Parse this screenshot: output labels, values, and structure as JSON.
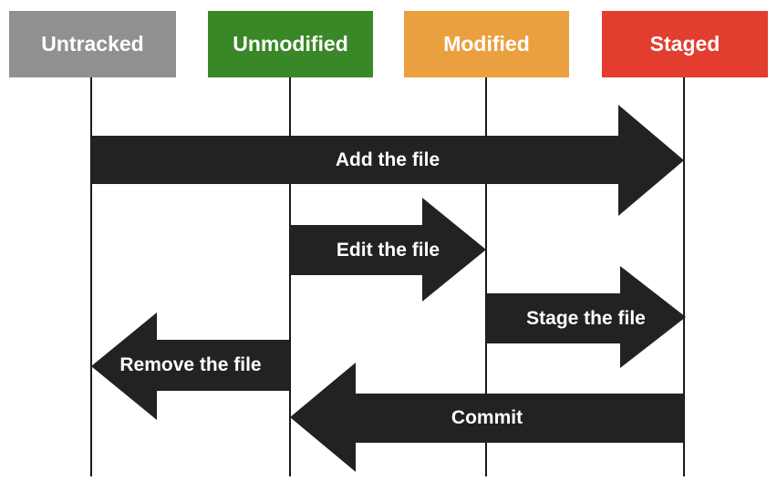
{
  "diagram": {
    "states": [
      {
        "label": "Untracked",
        "color": "#909090"
      },
      {
        "label": "Unmodified",
        "color": "#398727"
      },
      {
        "label": "Modified",
        "color": "#eba03f"
      },
      {
        "label": "Staged",
        "color": "#e23d2e"
      }
    ],
    "transitions": [
      {
        "label": "Add the file",
        "from": "Untracked",
        "to": "Staged",
        "direction": "right"
      },
      {
        "label": "Edit the file",
        "from": "Unmodified",
        "to": "Modified",
        "direction": "right"
      },
      {
        "label": "Stage the file",
        "from": "Modified",
        "to": "Staged",
        "direction": "right"
      },
      {
        "label": "Remove the file",
        "from": "Unmodified",
        "to": "Untracked",
        "direction": "left"
      },
      {
        "label": "Commit",
        "from": "Staged",
        "to": "Unmodified",
        "direction": "left"
      }
    ],
    "colors": {
      "arrow": "#242122",
      "lifeline": "#1a1a1a",
      "label_text": "#ffffff",
      "background": "#ffffff"
    }
  }
}
